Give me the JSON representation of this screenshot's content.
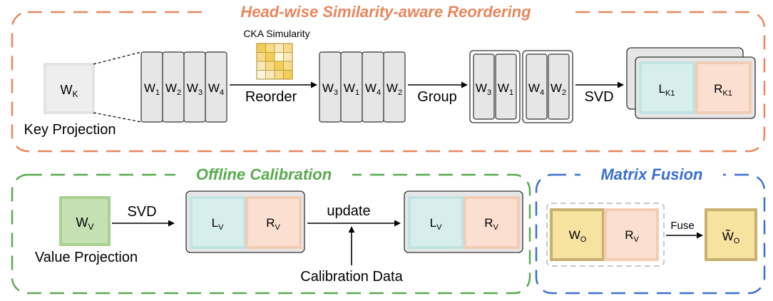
{
  "colors": {
    "head_section": "#e8865c",
    "offline_section": "#5aaa50",
    "fusion_section": "#3b6fd1",
    "cell_fill": "#e6e6e6",
    "cell_stroke": "#333333",
    "l_fill": "#d7eeec",
    "l_border": "#bfe4e2",
    "r_fill": "#fbdfd0",
    "r_border": "#f2cdb5",
    "wv_fill": "#c5e0b3",
    "wv_border": "#a9d18e",
    "wo_fill": "#f7e3a0",
    "wo_border": "#c8b070",
    "heatmap_colors": [
      "#f3ce57",
      "#f6dc86",
      "#fae9b8",
      "#fdf5dc"
    ]
  },
  "head_reordering": {
    "title": "Head-wise Similarity-aware Reordering",
    "key_weight": {
      "base": "W",
      "sub": "K"
    },
    "key_projection_label": "Key Projection",
    "cka_label": "CKA Simularity",
    "initial_heads": [
      {
        "base": "W",
        "sub": "1"
      },
      {
        "base": "W",
        "sub": "2"
      },
      {
        "base": "W",
        "sub": "3"
      },
      {
        "base": "W",
        "sub": "4"
      }
    ],
    "reorder_label": "Reorder",
    "reordered_heads": [
      {
        "base": "W",
        "sub": "3"
      },
      {
        "base": "W",
        "sub": "1"
      },
      {
        "base": "W",
        "sub": "4"
      },
      {
        "base": "W",
        "sub": "2"
      }
    ],
    "group_label": "Group",
    "grouped_heads": [
      [
        {
          "base": "W",
          "sub": "3"
        },
        {
          "base": "W",
          "sub": "1"
        }
      ],
      [
        {
          "base": "W",
          "sub": "4"
        },
        {
          "base": "W",
          "sub": "2"
        }
      ]
    ],
    "svd_label": "SVD",
    "l_factor": {
      "base": "L",
      "sub": "K1"
    },
    "r_factor": {
      "base": "R",
      "sub": "K1"
    }
  },
  "offline_calibration": {
    "title": "Offline Calibration",
    "value_weight": {
      "base": "W",
      "sub": "V"
    },
    "value_projection_label": "Value Projection",
    "svd_label": "SVD",
    "l_factor": {
      "base": "L",
      "sub": "V"
    },
    "r_factor": {
      "base": "R",
      "sub": "V"
    },
    "update_label": "update",
    "calibration_label": "Calibration Data",
    "l_updated": {
      "base": "L",
      "sub": "V"
    },
    "r_updated": {
      "base": "R",
      "sub": "V"
    }
  },
  "matrix_fusion": {
    "title": "Matrix Fusion",
    "wo": {
      "base": "W",
      "sub": "O"
    },
    "rv": {
      "base": "R",
      "sub": "V"
    },
    "fuse_label": "Fuse",
    "wo_fused": {
      "base": "W̃",
      "sub": "O"
    }
  }
}
